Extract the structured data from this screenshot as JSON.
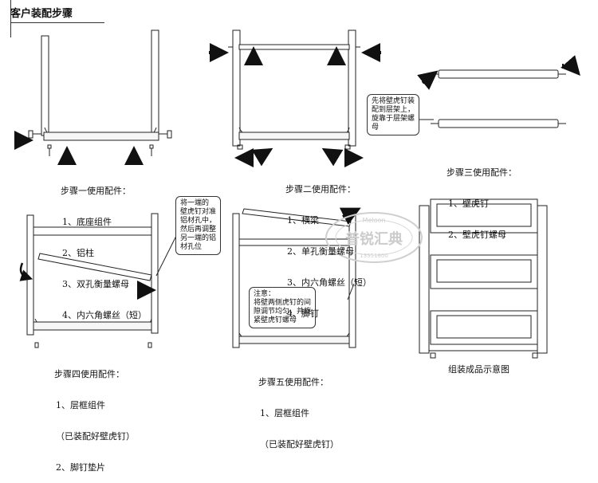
{
  "header": {
    "title": "客户装配步骤"
  },
  "steps": [
    {
      "title": "步骤一使用配件：",
      "items": [
        "1、底座组件",
        "2、铝柱",
        "3、双孔衡量螺母",
        "4、内六角螺丝（短）"
      ]
    },
    {
      "title": "步骤二使用配件：",
      "items": [
        "1、横梁",
        "2、单孔衡量螺母",
        "3、内六角螺丝（短）",
        "4、脚钉"
      ]
    },
    {
      "title": "步骤三使用配件：",
      "items": [
        "1、壁虎钉",
        "2、壁虎钉螺母"
      ]
    },
    {
      "title": "步骤四使用配件：",
      "items": [
        "1、层框组件",
        "（已装配好壁虎钉）",
        "2、脚钉垫片"
      ]
    },
    {
      "title": "步骤五使用配件：",
      "items": [
        "1、层框组件",
        "（已装配好壁虎钉）"
      ]
    }
  ],
  "notes": {
    "step3": "先将壁虎钉装\n配到层架上，\n旋靠于层架螺\n母",
    "step4": "将一端的\n壁虎钉对准\n铝材孔中，\n然后再调整\n另一端的铝\n材孔位",
    "step5": "注意：\n将壁两侧虎钉的间\n隙调节均匀，并旋\n紧壁虎钉螺母"
  },
  "finished_caption": "组装成品示意图",
  "watermark": {
    "text": "普锐汇典",
    "sub": "Meloon",
    "phone": "13551800"
  },
  "colors": {
    "line": "#222222",
    "light": "#bbbbbb",
    "fill": "#f2f2f2"
  }
}
